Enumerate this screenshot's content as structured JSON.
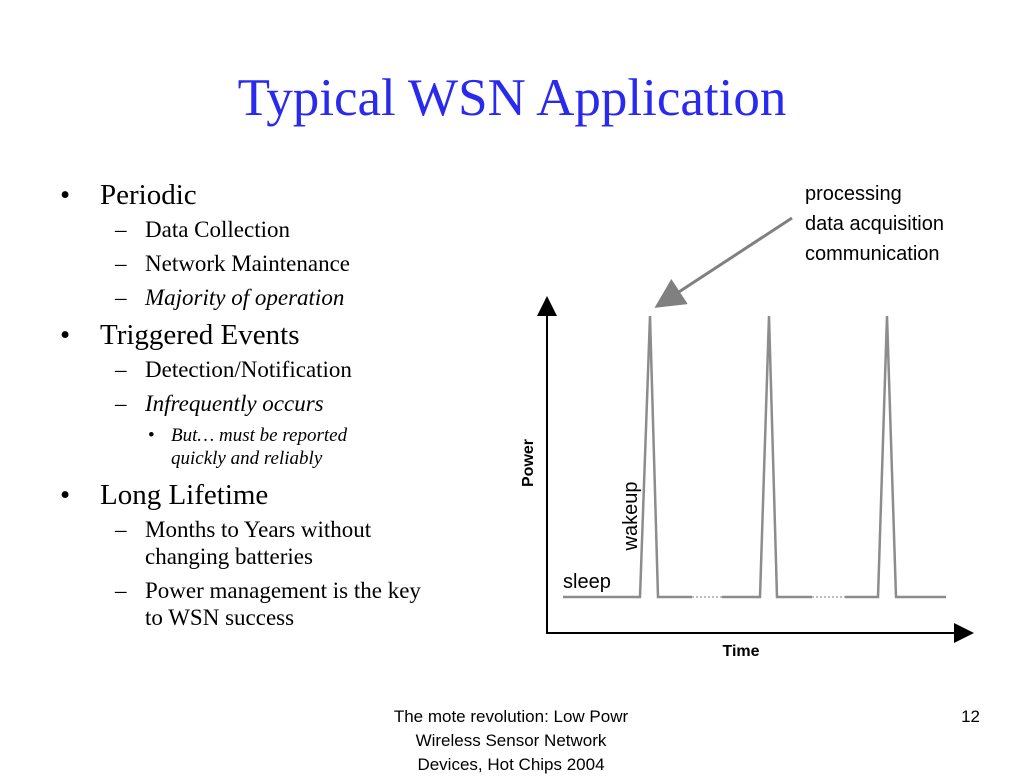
{
  "slide": {
    "title": "Typical WSN Application"
  },
  "bullets": {
    "periodic": {
      "label": "Periodic",
      "items": [
        "Data Collection",
        "Network Maintenance",
        "Majority of operation"
      ]
    },
    "triggered": {
      "label": "Triggered Events",
      "items": [
        "Detection/Notification",
        "Infrequently occurs"
      ],
      "sub_note": [
        "But… must be reported",
        "quickly and reliably"
      ]
    },
    "lifetime": {
      "label": "Long Lifetime",
      "items": [
        [
          "Months to Years without",
          "changing batteries"
        ],
        [
          "Power management is the key",
          "to WSN success"
        ]
      ]
    },
    "bullet_glyph": "•",
    "dash_glyph": "–"
  },
  "diagram": {
    "y_axis_label": "Power",
    "x_axis_label": "Time",
    "sleep_label": "sleep",
    "wakeup_label": "wakeup",
    "callout": [
      "processing",
      "data acquisition",
      "communication"
    ],
    "line_color": "#8c8c8c",
    "arrow_color": "#808080"
  },
  "footer": {
    "source_lines": [
      "The mote revolution: Low Powr",
      "Wireless Sensor Network",
      "Devices, Hot Chips 2004"
    ],
    "page_number": "12"
  }
}
